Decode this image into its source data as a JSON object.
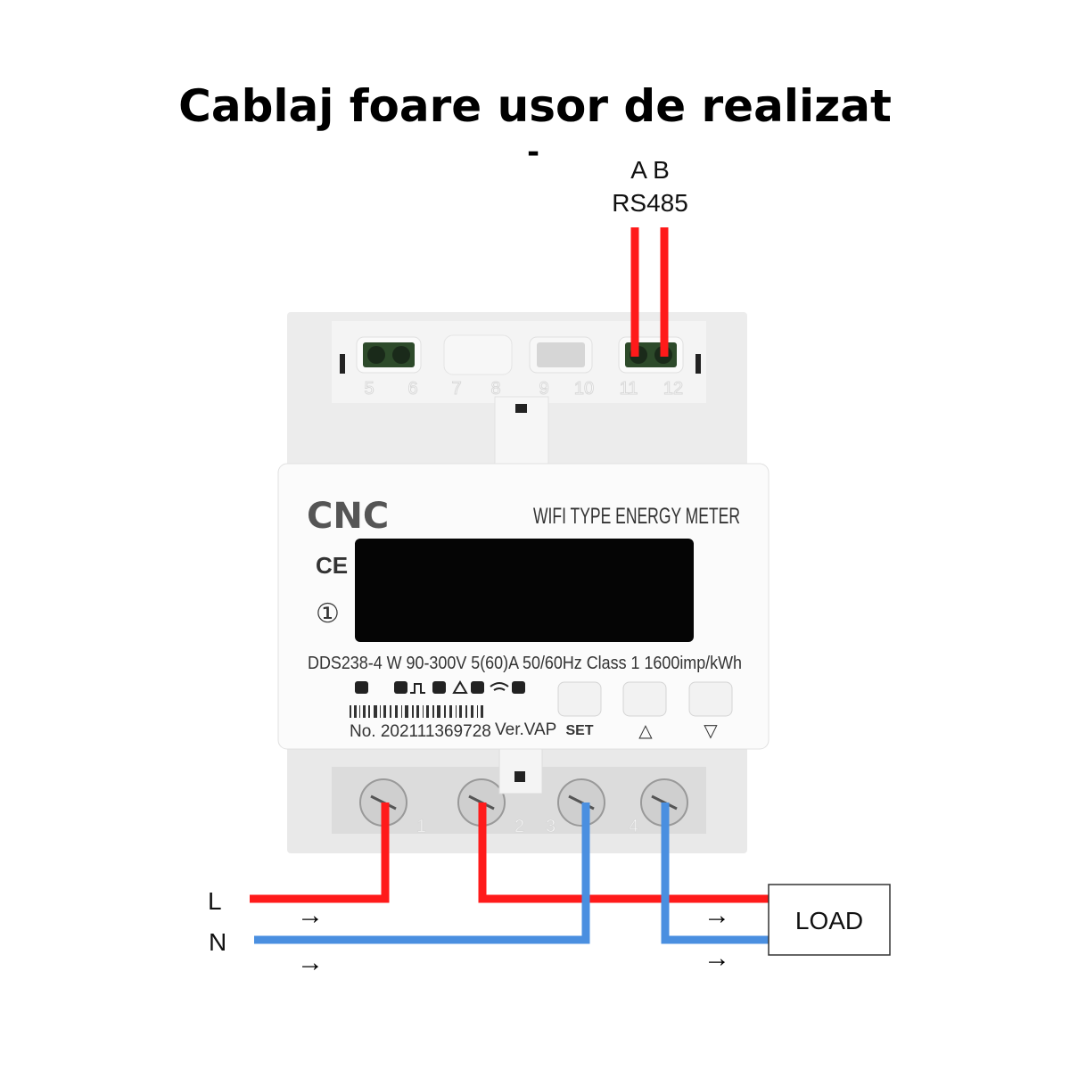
{
  "title": "Cablaj foare usor de realizat",
  "title_dash": "-",
  "rs485": {
    "a_b": "A  B",
    "label": "RS485"
  },
  "meter": {
    "brand": "CNC",
    "type": "WIFI TYPE ENERGY METER",
    "ce": "CE",
    "class_mark": "①",
    "spec": "DDS238-4 W 90-300V  5(60)A   50/60Hz  Class 1  1600imp/kWh",
    "serial": "No. 202111369728",
    "version": "Ver.VAP",
    "buttons": [
      {
        "label": "SET"
      },
      {
        "label": "△"
      },
      {
        "label": "▽"
      }
    ],
    "top_terminals": [
      "5",
      "6",
      "7",
      "8",
      "9",
      "10",
      "11",
      "12"
    ],
    "bottom_terminals": [
      "1",
      "2",
      "3",
      "4"
    ]
  },
  "wiring": {
    "line_label": "L",
    "neutral_label": "N",
    "load_label": "LOAD",
    "arrow": "→",
    "colors": {
      "line": "#ff1a1a",
      "neutral": "#4a8fe0"
    }
  }
}
